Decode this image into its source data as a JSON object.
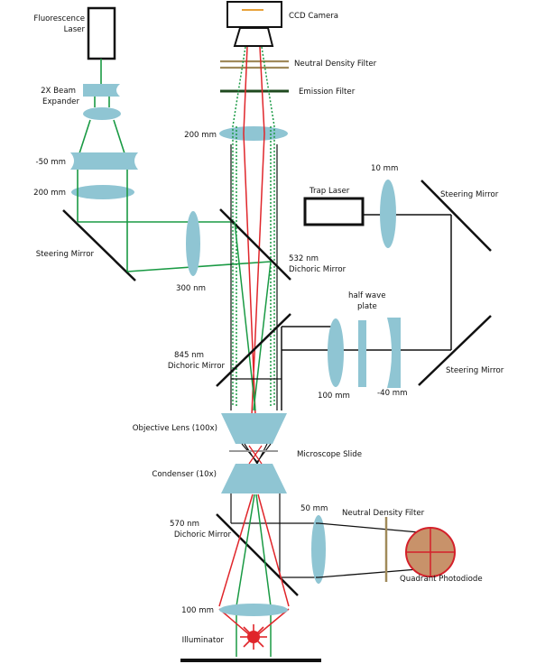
{
  "labels": {
    "fluorescence_laser": [
      "Fluorescence",
      "Laser"
    ],
    "ccd_camera": "CCD Camera",
    "neutral_density_filter_top": "Neutral Density Filter",
    "emission_filter": "Emission Filter",
    "beam_expander": [
      "2X Beam",
      "Expander"
    ],
    "lens_200mm_top": "200 mm",
    "lens_minus50mm": "-50 mm",
    "lens_200mm_left": "200 mm",
    "steering_mirror_left": "Steering Mirror",
    "lens_300nm": "300 nm",
    "dichroic_532": [
      "532 nm",
      "Dichoric Mirror"
    ],
    "trap_laser": "Trap Laser",
    "lens_10mm": "10 mm",
    "steering_mirror_right_top": "Steering Mirror",
    "half_wave_plate": [
      "half wave",
      "plate"
    ],
    "dichroic_845": [
      "845 nm",
      "Dichoric Mirror"
    ],
    "lens_100mm_right": "100 mm",
    "lens_minus40mm": "-40 mm",
    "steering_mirror_right_bottom": "Steering Mirror",
    "objective_lens": "Objective Lens (100x)",
    "microscope_slide": "Microscope Slide",
    "condenser": "Condenser (10x)",
    "dichroic_570": [
      "570  nm",
      "Dichoric Mirror"
    ],
    "lens_50mm": "50 mm",
    "neutral_density_filter_bottom": "Neutral Density Filter",
    "quadrant_photodiode": "Quadrant Photodiode",
    "lens_100mm_bottom": "100 mm",
    "illuminator": "Illuminator"
  },
  "colors": {
    "lens": "#8fc5d3",
    "green_beam": "#1a9a44",
    "red_beam": "#e0262b",
    "black_beam": "#111111",
    "photodiode_fill": "#c8926a",
    "photodiode_stroke": "#d4202a",
    "nd_filter": "#a08a5a",
    "emission_filter": "#1f4a1f"
  }
}
